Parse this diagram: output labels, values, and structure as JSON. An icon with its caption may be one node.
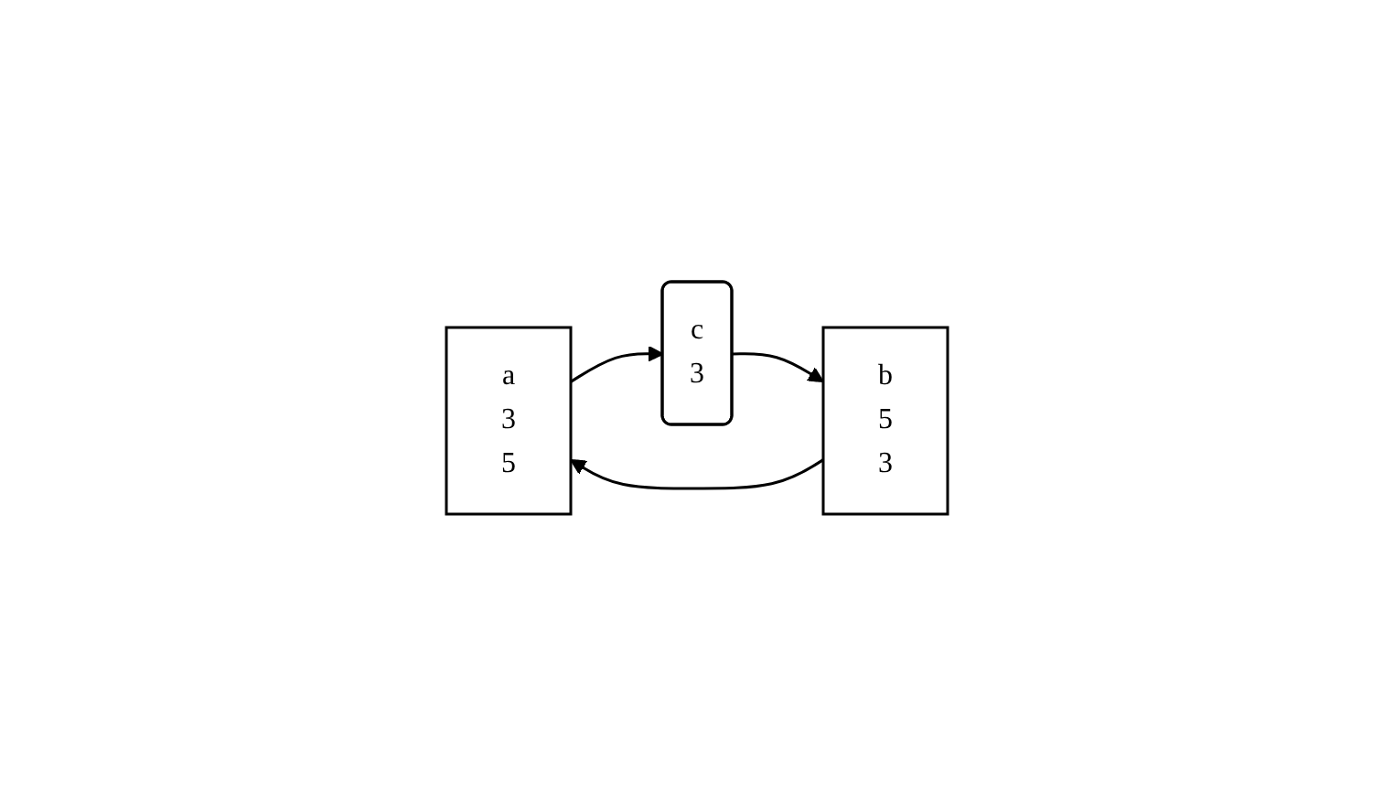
{
  "diagram": {
    "nodes": [
      {
        "text": [
          "a",
          "3",
          "5"
        ]
      },
      {
        "text": [
          "b",
          "5",
          "3"
        ]
      },
      {
        "text": [
          "c",
          "3"
        ]
      }
    ],
    "edges": [
      {
        "from": 1,
        "to": 0,
        "arrow": "to"
      },
      {
        "from": 0,
        "to": 2,
        "arrow": "to"
      },
      {
        "from": 2,
        "to": 1,
        "arrow": "to"
      }
    ]
  }
}
